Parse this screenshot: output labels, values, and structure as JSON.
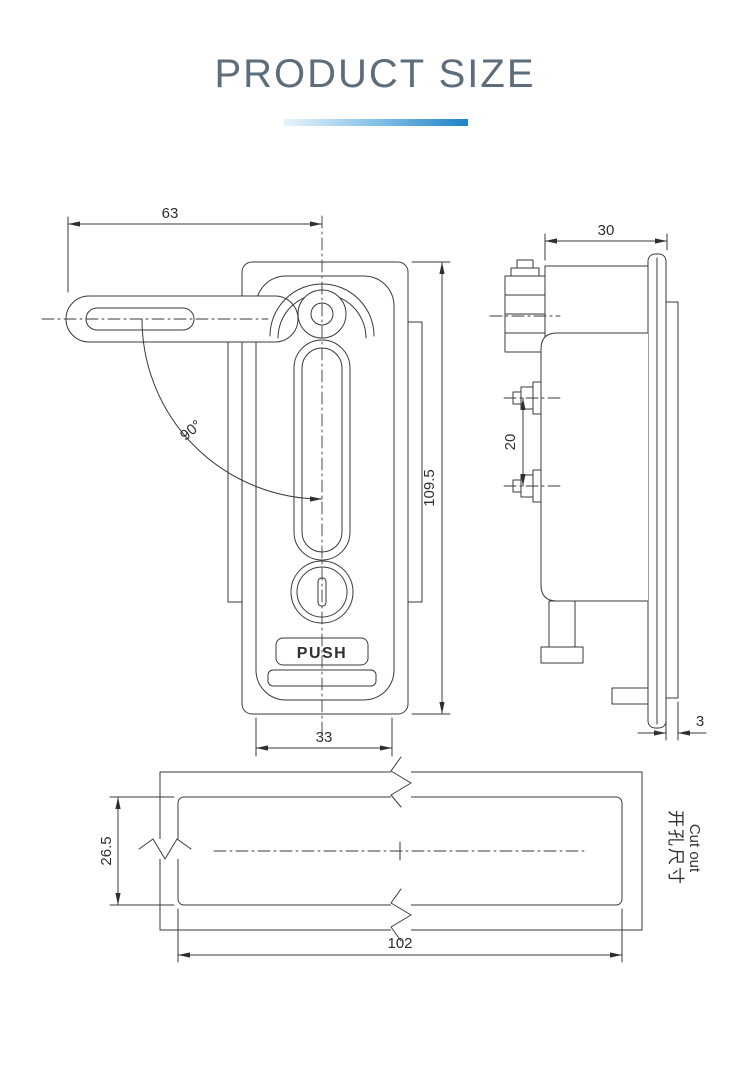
{
  "page": {
    "title": "PRODUCT SIZE"
  },
  "colors": {
    "title_color": "#5d6d7b",
    "accent_gradient_start": "#e9f4fb",
    "accent_gradient_end": "#1f83c9",
    "line_color": "#3a3a3a"
  },
  "front_view": {
    "dim_top_width": "63",
    "dim_height": "109.5",
    "dim_bottom_width": "33",
    "angle": "90°",
    "button_label": "PUSH"
  },
  "side_view": {
    "dim_depth": "30",
    "dim_stud_spacing": "20",
    "dim_panel_thickness": "3"
  },
  "cutout_view": {
    "dim_height": "26.5",
    "dim_width": "102",
    "label_cn": "开孔尺寸",
    "label_en": "Cut out"
  }
}
